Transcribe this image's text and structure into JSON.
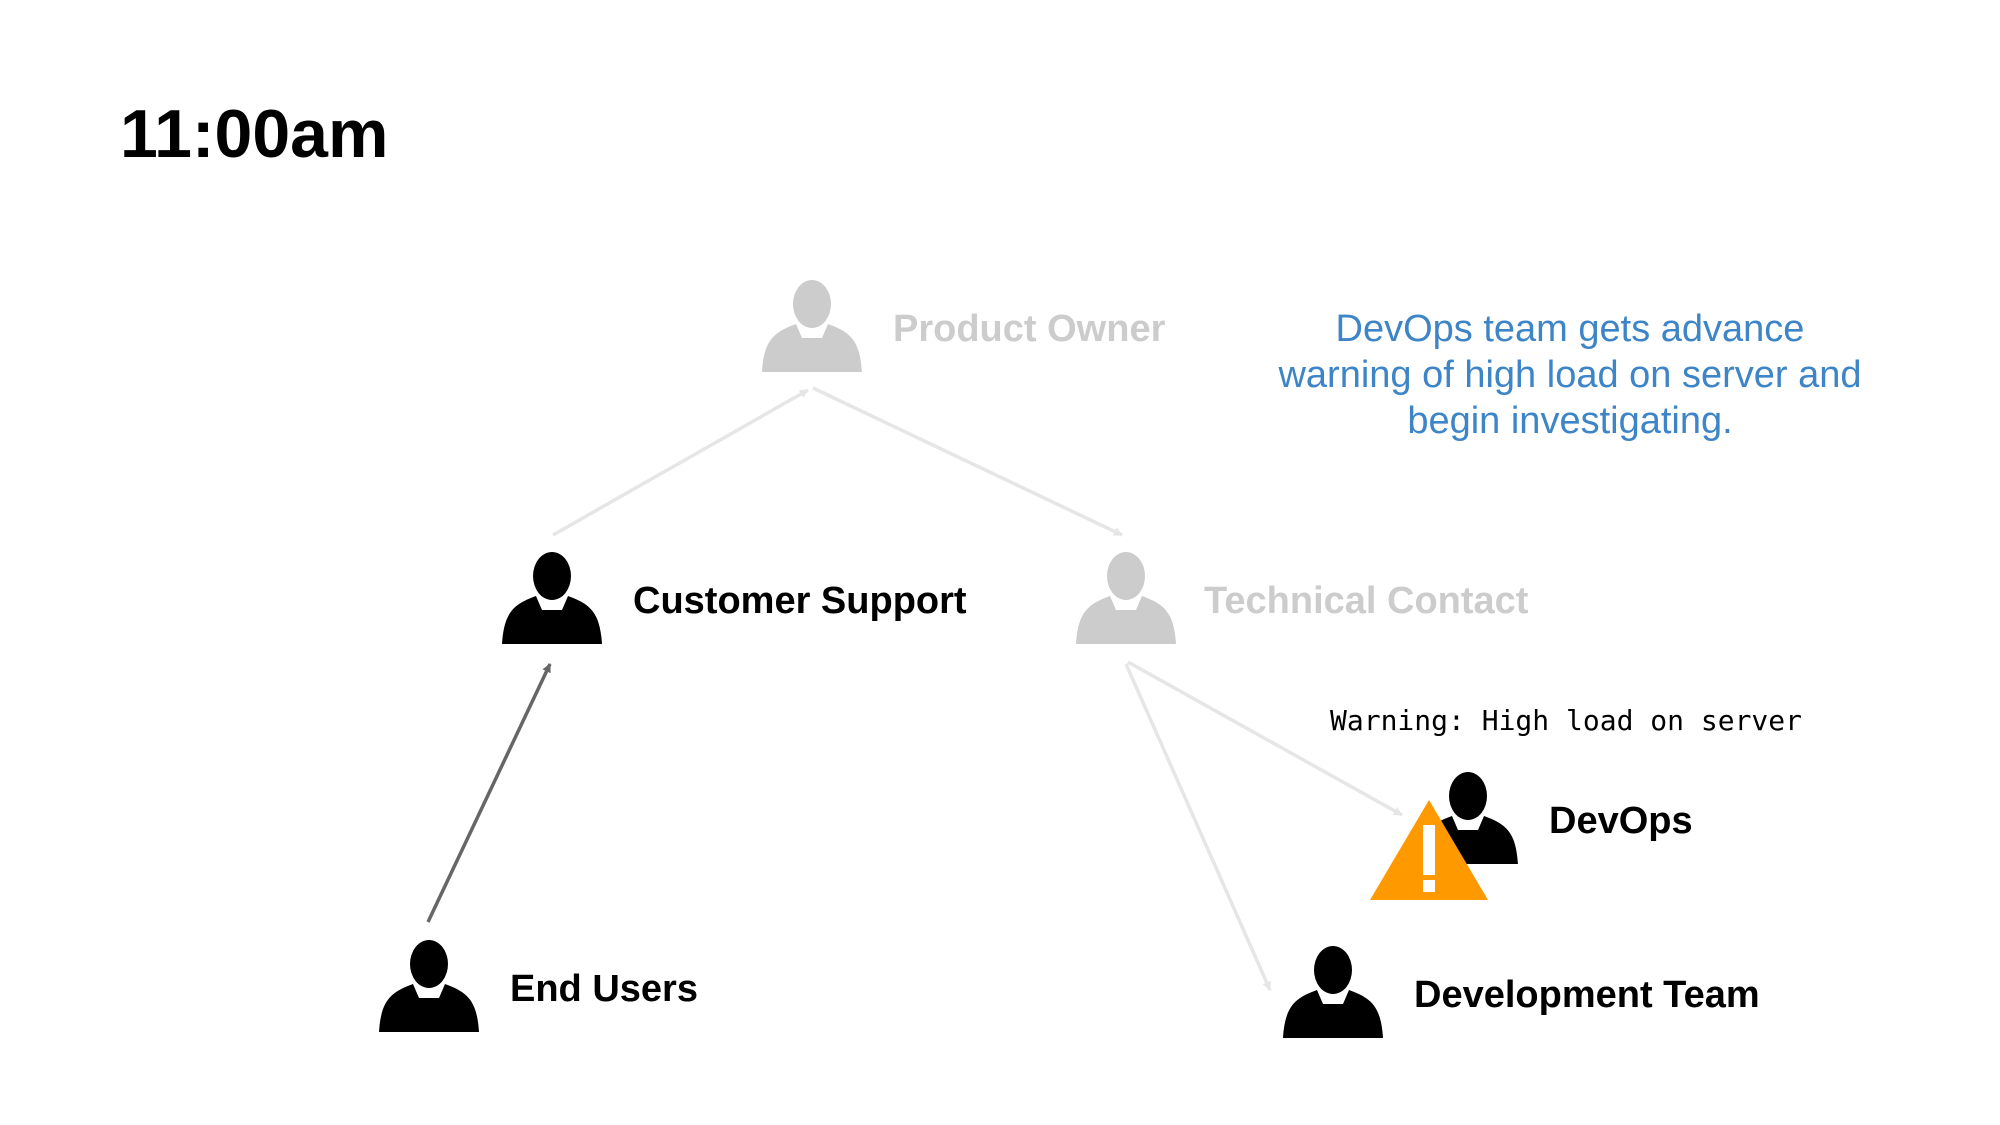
{
  "slide": {
    "time": "11:00am",
    "callout": "DevOps team gets advance warning of high load on server and begin investigating.",
    "warning_message": "Warning: High load on server"
  },
  "nodes": {
    "product_owner": {
      "label": "Product Owner",
      "state": "inactive"
    },
    "customer_support": {
      "label": "Customer Support",
      "state": "active"
    },
    "technical_contact": {
      "label": "Technical Contact",
      "state": "inactive"
    },
    "devops": {
      "label": "DevOps",
      "state": "active"
    },
    "end_users": {
      "label": "End Users",
      "state": "active"
    },
    "development_team": {
      "label": "Development Team",
      "state": "active"
    }
  },
  "edges": [
    {
      "from": "end_users",
      "to": "customer_support",
      "state": "active"
    },
    {
      "from": "customer_support",
      "to": "product_owner",
      "state": "inactive"
    },
    {
      "from": "product_owner",
      "to": "technical_contact",
      "state": "inactive"
    },
    {
      "from": "technical_contact",
      "to": "devops",
      "state": "inactive"
    },
    {
      "from": "technical_contact",
      "to": "development_team",
      "state": "inactive"
    }
  ],
  "colors": {
    "active": "#000000",
    "inactive": "#cccccc",
    "active_edge": "#666666",
    "inactive_edge": "#e6e6e6",
    "callout": "#3d85c6",
    "warning": "#ff9900"
  },
  "icons": {
    "person": "person-icon",
    "warning": "warning-triangle-icon"
  }
}
